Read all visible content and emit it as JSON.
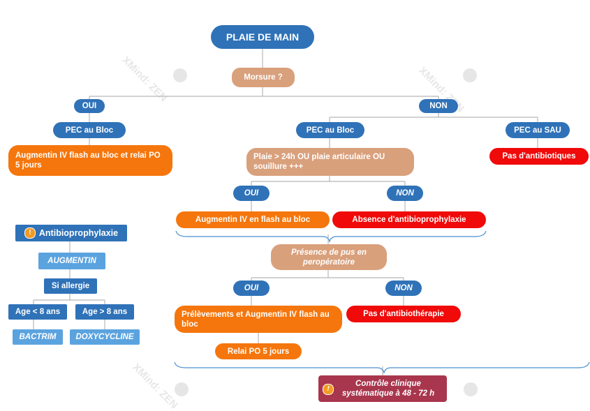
{
  "watermark": "XMind: ZEN",
  "root": "PLAIE DE MAIN",
  "q_morsure": "Morsure ?",
  "oui": "OUI",
  "non": "NON",
  "pec_bloc": "PEC au Bloc",
  "pec_sau": "PEC au SAU",
  "aug_flash_relai": "Augmentin IV flash au bloc et relai PO 5 jours",
  "plaie_q": "Plaie > 24h OU  plaie articulaire OU souillure +++",
  "pas_antibio": "Pas d'antibiotiques",
  "oui_i": "OUI",
  "non_i": "NON",
  "aug_flash": "Augmentin IV en flash au bloc",
  "absence": "Absence d'antibioprophylaxie",
  "pus_q": "Présence de pus en peropératoire",
  "oui_i2": "OUI",
  "non_i2": "NON",
  "prelev": "Prélèvements et Augmentin IV flash au bloc",
  "pas_antibiotherapie": "Pas d'antibiothérapie",
  "relai": "Relai PO 5 jours",
  "controle": "Contrôle clinique systématique à 48 - 72 h",
  "legend": {
    "title": "Antibioprophylaxie",
    "augmentin": "AUGMENTIN",
    "allergie": "Si allergie",
    "age_lt": "Age < 8 ans",
    "age_gt": "Age > 8 ans",
    "bactrim": "BACTRIM",
    "doxy": "DOXYCYCLINE"
  },
  "colors": {
    "blue": "#2f72b8",
    "light_blue": "#5ba3df",
    "sienna": "#d9a07c",
    "orange": "#f5760c",
    "red": "#f00a0a",
    "maroon": "#a8364d",
    "warning": "#f29a24"
  }
}
